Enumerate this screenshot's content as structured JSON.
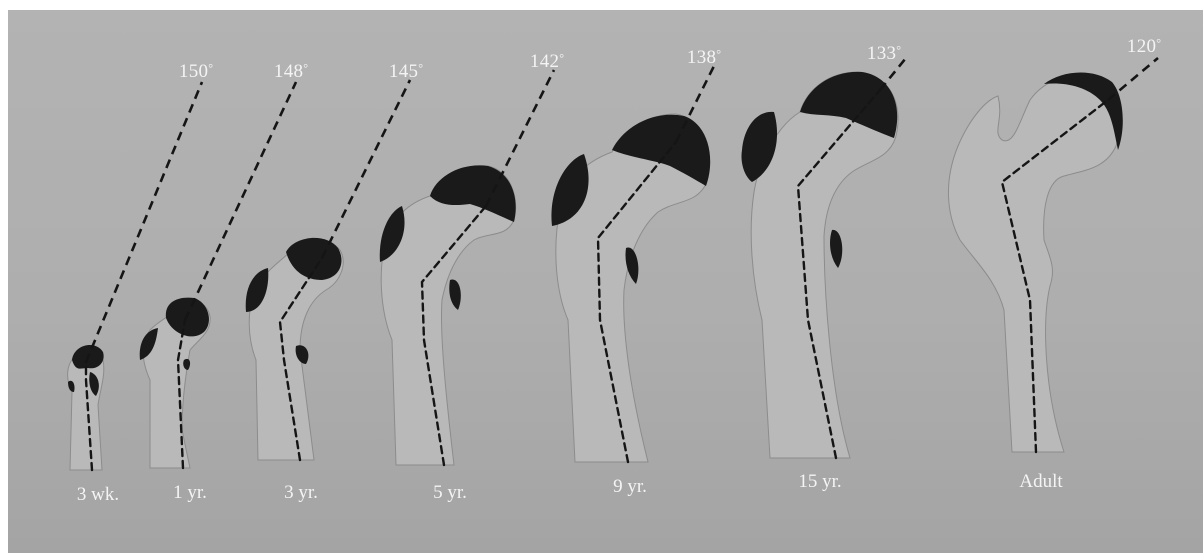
{
  "figure": {
    "colors": {
      "background": "#b0b0b0",
      "bone": "#b9b9b9",
      "cartilage": "#1a1a1a",
      "text": "#f4f4f4"
    },
    "degree_symbol": "°",
    "stages": [
      {
        "age_label": "3 wk.",
        "angle_label": "150"
      },
      {
        "age_label": "1 yr.",
        "angle_label": "148"
      },
      {
        "age_label": "3 yr.",
        "angle_label": "145"
      },
      {
        "age_label": "5 yr.",
        "angle_label": "142"
      },
      {
        "age_label": "9 yr.",
        "angle_label": "138"
      },
      {
        "age_label": "15 yr.",
        "angle_label": "133"
      },
      {
        "age_label": "Adult",
        "angle_label": "120"
      }
    ]
  }
}
